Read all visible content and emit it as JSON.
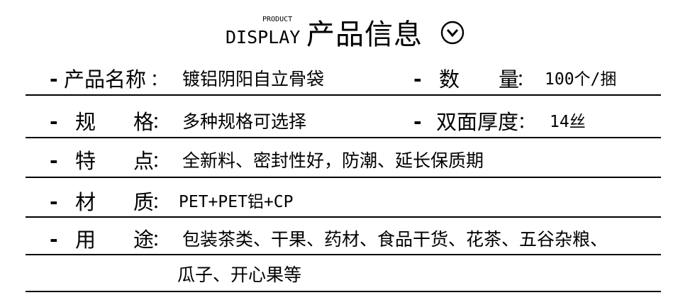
{
  "header": {
    "small_word": "PRODUCT",
    "display_word": "DISPLAY",
    "title": "产品信息",
    "icon": "chevron-down-circle-icon"
  },
  "rows": {
    "name": {
      "dash": "-",
      "label": "产品名称",
      "colon": "：",
      "value": "镀铝阴阳自立骨袋"
    },
    "quantity": {
      "dash": "-",
      "label_a": "数",
      "label_b": "量",
      "colon": "：",
      "value": "100个/捆"
    },
    "spec": {
      "dash": "-",
      "label_a": "规",
      "label_b": "格",
      "colon": "：",
      "value": "多种规格可选择"
    },
    "thickness": {
      "dash": "-",
      "label": "双面厚度",
      "colon": "：",
      "value": "14丝"
    },
    "feature": {
      "dash": "-",
      "label_a": "特",
      "label_b": "点",
      "colon": "：",
      "value": "全新料、密封性好，防潮、延长保质期"
    },
    "material": {
      "dash": "-",
      "label_a": "材",
      "label_b": "质",
      "colon": "：",
      "value": "PET+PET铝+CP"
    },
    "usage": {
      "dash": "-",
      "label_a": "用",
      "label_b": "途",
      "colon": "：",
      "value_line1": "包装茶类、干果、药材、食品干货、花茶、五谷杂粮、",
      "value_line2": "瓜子、开心果等"
    }
  }
}
